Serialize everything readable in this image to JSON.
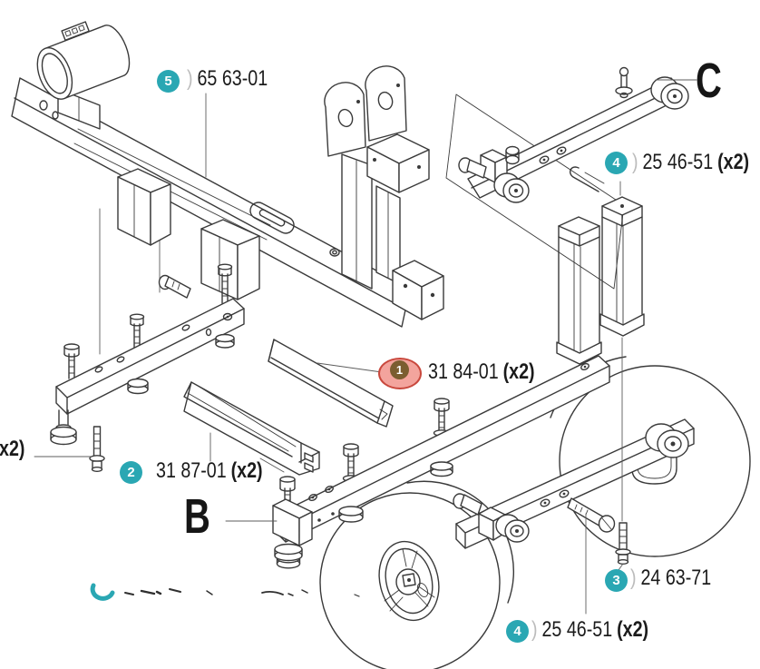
{
  "diagram": {
    "colors": {
      "background": "#ffffff",
      "line": "#3a3a3a",
      "badge": "#2aa7b3",
      "text": "#1b1b1b",
      "faded_prefix": "#bcbcbc",
      "highlight_fill": "#f3a49d",
      "highlight_border": "#c9483d",
      "highlight_inner": "#7b5d30"
    },
    "callouts": [
      {
        "id": "5",
        "badge": "5",
        "prefix": ")",
        "part_number": "65 63-01",
        "quantity": ""
      },
      {
        "id": "4-top",
        "badge": "4",
        "prefix": ")",
        "part_number": "25 46-51",
        "quantity": "(x2)"
      },
      {
        "id": "1",
        "badge": "1",
        "prefix": "",
        "part_number": "31 84-01",
        "quantity": "(x2)",
        "highlighted": true
      },
      {
        "id": "2",
        "badge": "2",
        "prefix": "",
        "part_number": "31 87-01",
        "quantity": "(x2)"
      },
      {
        "id": "3",
        "badge": "3",
        "prefix": ")",
        "part_number": "24 63-71",
        "quantity": ""
      },
      {
        "id": "4-bottom",
        "badge": "4",
        "prefix": ")",
        "part_number": "25 46-51",
        "quantity": "(x2)"
      }
    ],
    "reference_letters": [
      {
        "id": "B",
        "label": "B"
      },
      {
        "id": "C",
        "label": "C"
      }
    ],
    "partial_text": {
      "left_edge_quantity": "x2)"
    }
  }
}
